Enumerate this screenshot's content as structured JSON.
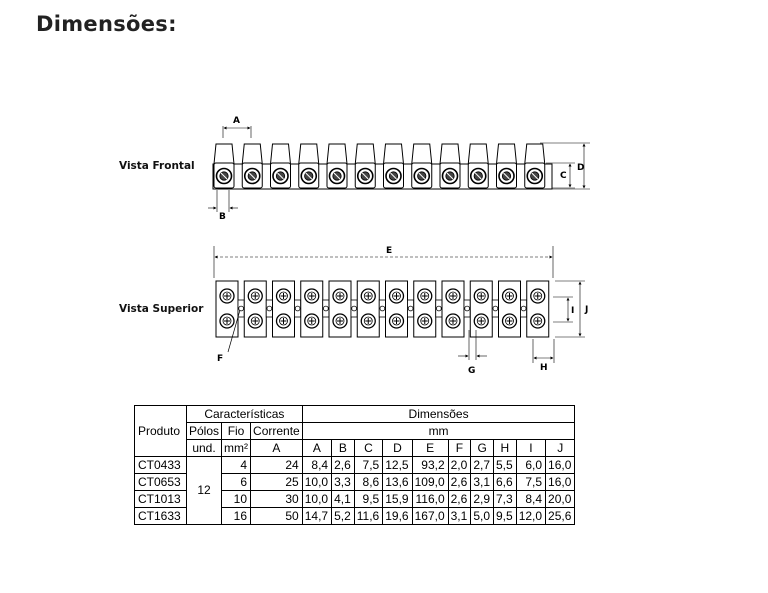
{
  "title": "Dimensões:",
  "views": {
    "front_label": "Vista Frontal",
    "top_label": "Vista Superior"
  },
  "dimension_letters": {
    "A": "A",
    "B": "B",
    "C": "C",
    "D": "D",
    "E": "E",
    "F": "F",
    "G": "G",
    "H": "H",
    "I": "I",
    "J": "J"
  },
  "poles_count": 12,
  "table": {
    "produto_header": "Produto",
    "caracteristicas_header": "Características",
    "dimensoes_header": "Dimensões",
    "unit_mm": "mm",
    "col_polos": "Pólos",
    "col_fio": "Fio",
    "col_corrente": "Corrente",
    "unit_polos": "und.",
    "unit_fio": "mm²",
    "unit_corrente": "A",
    "dim_cols": [
      "A",
      "B",
      "C",
      "D",
      "E",
      "F",
      "G",
      "H",
      "I",
      "J"
    ],
    "polos_value": "12",
    "rows": [
      {
        "produto": "CT0433",
        "fio": "4",
        "corrente": "24",
        "dims": [
          "8,4",
          "2,6",
          "7,5",
          "12,5",
          "93,2",
          "2,0",
          "2,7",
          "5,5",
          "6,0",
          "16,0"
        ]
      },
      {
        "produto": "CT0653",
        "fio": "6",
        "corrente": "25",
        "dims": [
          "10,0",
          "3,3",
          "8,6",
          "13,6",
          "109,0",
          "2,6",
          "3,1",
          "6,6",
          "7,5",
          "16,0"
        ]
      },
      {
        "produto": "CT1013",
        "fio": "10",
        "corrente": "30",
        "dims": [
          "10,0",
          "4,1",
          "9,5",
          "15,9",
          "116,0",
          "2,6",
          "2,9",
          "7,3",
          "8,4",
          "20,0"
        ]
      },
      {
        "produto": "CT1633",
        "fio": "16",
        "corrente": "50",
        "dims": [
          "14,7",
          "5,2",
          "11,6",
          "19,6",
          "167,0",
          "3,1",
          "5,0",
          "9,5",
          "12,0",
          "25,6"
        ]
      }
    ]
  }
}
